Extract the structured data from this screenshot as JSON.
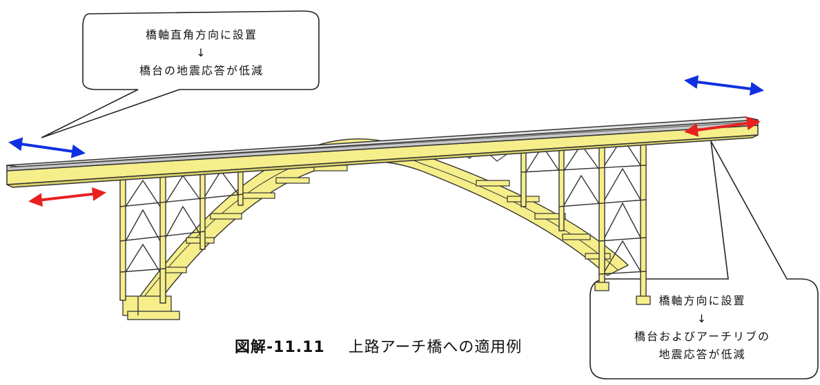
{
  "callout_left": {
    "line1": "橋軸直角方向に設置",
    "arrow": "↓",
    "line2": "橋台の地震応答が低減"
  },
  "callout_right": {
    "line1": "橋軸方向に設置",
    "arrow": "↓",
    "line2": "橋台およびアーチリブの",
    "line3": "地震応答が低減"
  },
  "caption": {
    "label": "図解-11.11",
    "text": "上路アーチ橋への適用例"
  },
  "colors": {
    "bridge_yellow": "#f5ee8a",
    "outline": "#333333",
    "deck_gray": "#c8c8c8",
    "arrow_blue": "#1030e0",
    "arrow_red": "#e82020"
  },
  "icons": [
    "double-headed-arrow-blue",
    "double-headed-arrow-red"
  ]
}
